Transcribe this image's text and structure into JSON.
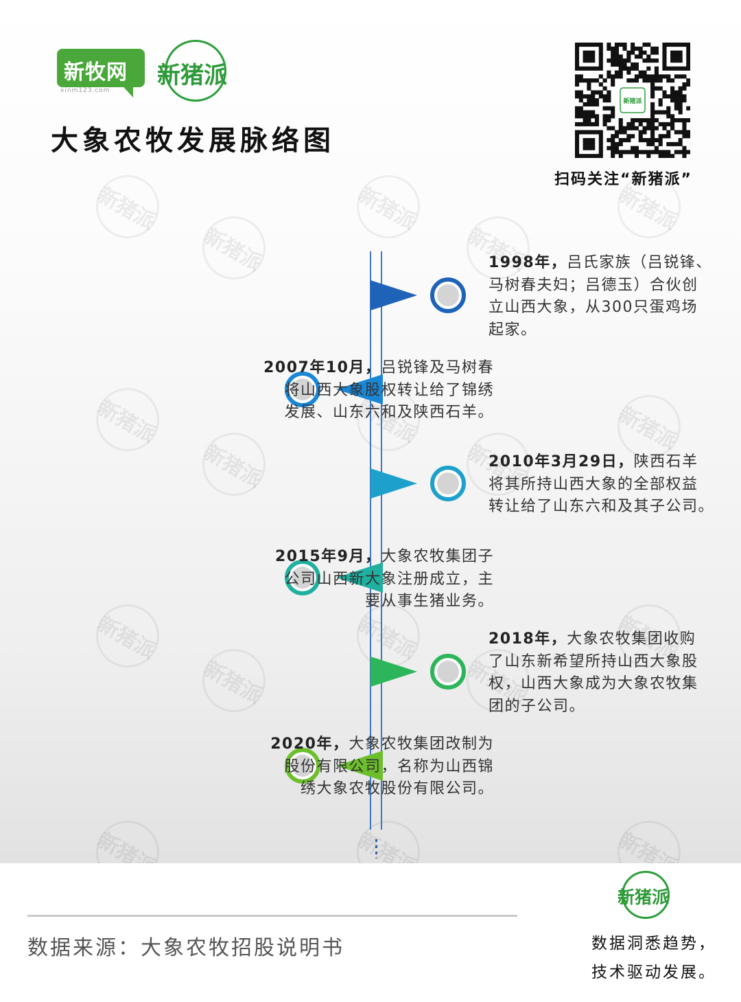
{
  "header": {
    "logo1_text": "新牧网",
    "logo1_sub": "xinm123.com",
    "logo2_text": "新猪派",
    "title": "大象农牧发展脉络图",
    "qr_center": "新猪派",
    "qr_caption": "扫码关注“新猪派”"
  },
  "watermark_text": "新猪派",
  "timeline": [
    {
      "side": "right",
      "year": "1998年，",
      "text": "吕氏家族（吕锐锋、马树春夫妇；吕德玉）合伙创立山西大象，从300只蛋鸡场起家。",
      "lines": [
        "1998年，吕氏家族（吕锐锋、",
        "马树春夫妇；吕德玉）合伙创",
        "立山西大象，从300只蛋鸡场",
        "起家。"
      ],
      "color": "#1e63b8"
    },
    {
      "side": "left",
      "year": "2007年10月，",
      "text": "吕锐锋及马树春将山西大象股权转让给了锦绣发展、山东六和及陕西石羊。",
      "lines": [
        "2007年10月，吕锐锋及马树春",
        "将山西大象股权转让给了锦绣",
        "发展、山东六和及陕西石羊。"
      ],
      "color": "#1a86d6"
    },
    {
      "side": "right",
      "year": "2010年3月29日，",
      "text": "陕西石羊将其所持山西大象的全部权益转让给了山东六和及其子公司。",
      "lines": [
        "2010年3月29日，陕西石羊",
        "将其所持山西大象的全部权益",
        "转让给了山东六和及其子公司。"
      ],
      "color": "#1ea0cc"
    },
    {
      "side": "left",
      "year": "2015年9月，",
      "text": "大象农牧集团子公司山西新大象注册成立，主要从事生猪业务。",
      "lines": [
        "2015年9月，大象农牧集团子",
        "公司山西新大象注册成立，主",
        "要从事生猪业务。"
      ],
      "color": "#1fb0a0"
    },
    {
      "side": "right",
      "year": "2018年，",
      "text": "大象农牧集团收购了山东新希望所持山西大象股权，山西大象成为大象农牧集团的子公司。",
      "lines": [
        "2018年，大象农牧集团收购",
        "了山东新希望所持山西大象股",
        "权，山西大象成为大象农牧集",
        "团的子公司。"
      ],
      "color": "#2cb55a"
    },
    {
      "side": "left",
      "year": "2020年，",
      "text": "大象农牧集团改制为股份有限公司，名称为山西锦绣大象农牧股份有限公司。",
      "lines": [
        "2020年，大象农牧集团改制为",
        "股份有限公司，名称为山西锦",
        "绣大象农牧股份有限公司。"
      ],
      "color": "#6cbf2c"
    }
  ],
  "footer": {
    "source": "数据来源：大象农牧招股说明书",
    "logo_text": "新猪派",
    "slogan_1": "数据洞悉趋势，",
    "slogan_2": "技术驱动发展。"
  }
}
